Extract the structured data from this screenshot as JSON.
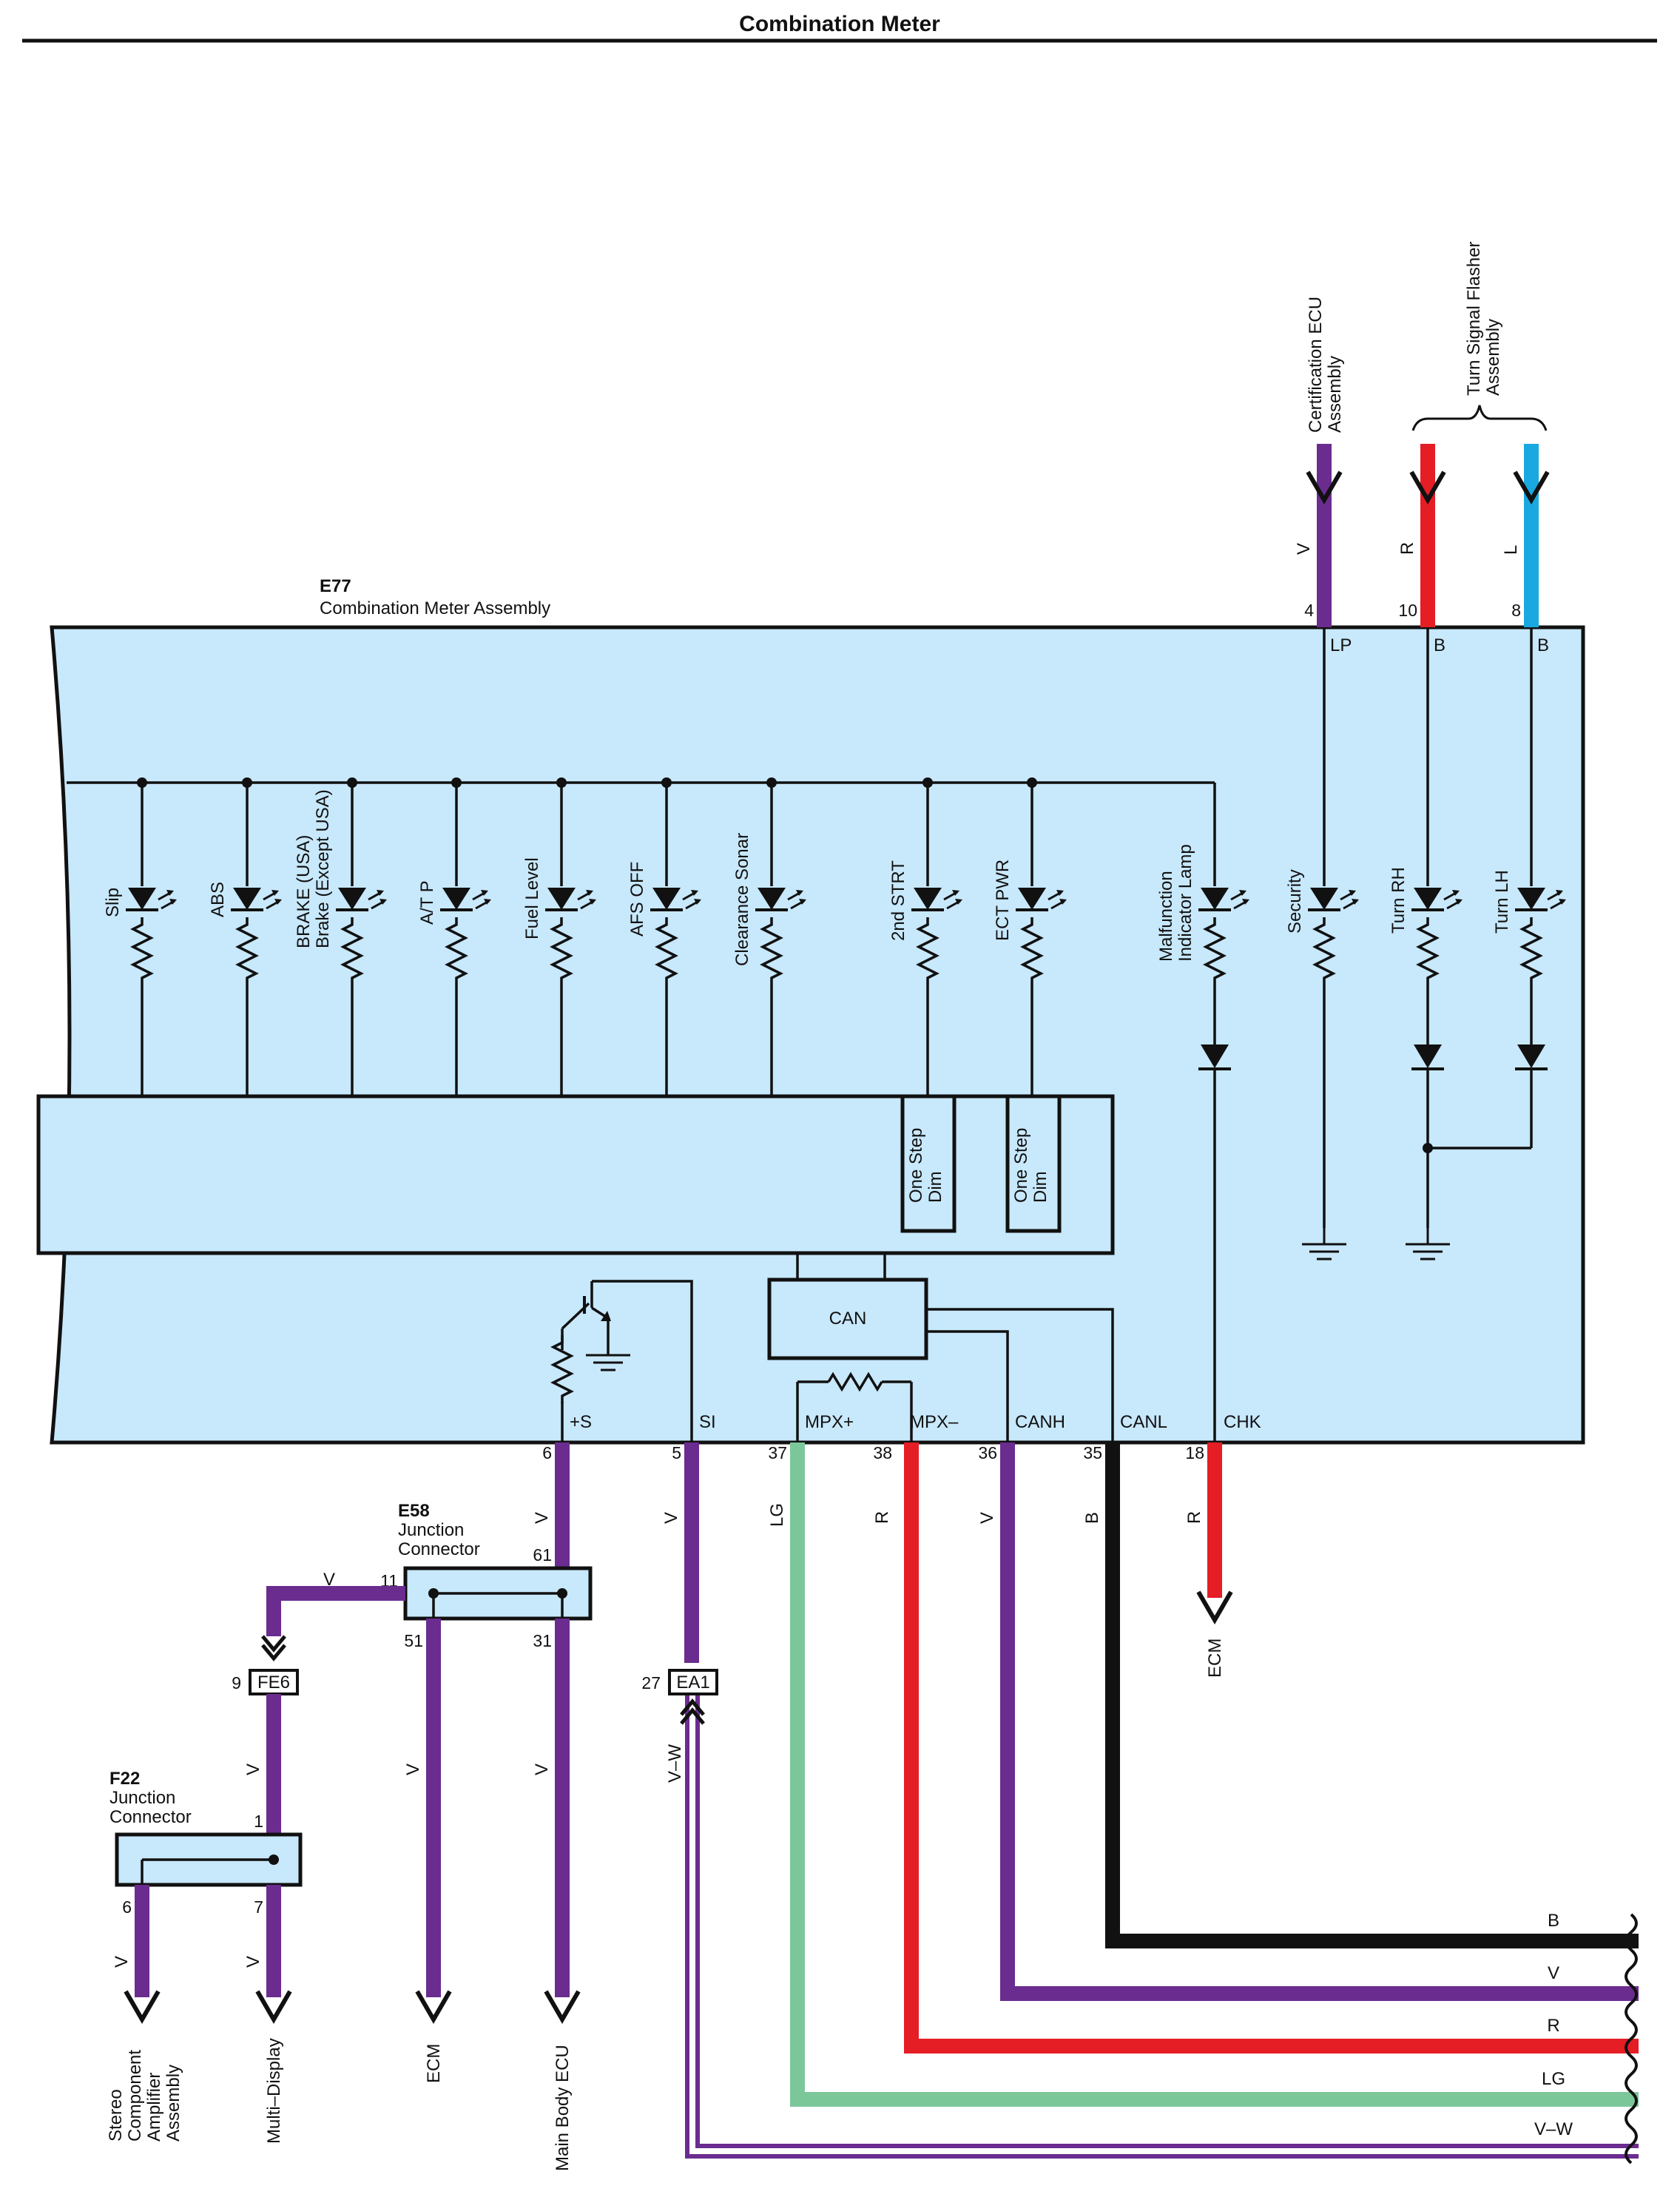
{
  "title": "Combination Meter",
  "colors": {
    "box_fill": "#c8e8fb",
    "violet": "#6b2c8f",
    "red": "#e51d25",
    "blue": "#1aa8e0",
    "light_green": "#7cc79a",
    "black": "#111111"
  },
  "main_unit": {
    "code": "E77",
    "name": "Combination Meter Assembly"
  },
  "top_inputs": {
    "cert_ecu": {
      "line1": "Certification ECU",
      "line2": "Assembly",
      "color": "V",
      "pin": "4",
      "terminal": "LP"
    },
    "flasher": {
      "line1": "Turn Signal Flasher",
      "line2": "Assembly"
    },
    "turn_r": {
      "color": "R",
      "pin": "10",
      "terminal": "B"
    },
    "turn_l": {
      "color": "L",
      "pin": "8",
      "terminal": "B"
    }
  },
  "indicators": [
    {
      "l1": "Slip",
      "l2": ""
    },
    {
      "l1": "ABS",
      "l2": ""
    },
    {
      "l1": "BRAKE (USA)",
      "l2": "Brake (Except USA)"
    },
    {
      "l1": "A/T P",
      "l2": ""
    },
    {
      "l1": "Fuel Level",
      "l2": ""
    },
    {
      "l1": "AFS OFF",
      "l2": ""
    },
    {
      "l1": "Clearance Sonar",
      "l2": ""
    },
    {
      "l1": "2nd STRT",
      "l2": ""
    },
    {
      "l1": "ECT PWR",
      "l2": ""
    },
    {
      "l1": "Malfunction",
      "l2": "Indicator Lamp"
    },
    {
      "l1": "Security",
      "l2": ""
    },
    {
      "l1": "Turn RH",
      "l2": ""
    },
    {
      "l1": "Turn LH",
      "l2": ""
    }
  ],
  "dim": {
    "l1": "One Step",
    "l2": "Dim"
  },
  "can_label": "CAN",
  "bottom_pins": [
    {
      "pin": "6",
      "terminal": "+S",
      "color": "V"
    },
    {
      "pin": "5",
      "terminal": "SI",
      "color": "V"
    },
    {
      "pin": "37",
      "terminal": "MPX+",
      "color": "LG"
    },
    {
      "pin": "38",
      "terminal": "MPX–",
      "color": "R"
    },
    {
      "pin": "36",
      "terminal": "CANH",
      "color": "V"
    },
    {
      "pin": "35",
      "terminal": "CANL",
      "color": "B"
    },
    {
      "pin": "18",
      "terminal": "CHK",
      "color": "R"
    }
  ],
  "ecm_chk": "ECM",
  "e58": {
    "code": "E58",
    "l1": "Junction",
    "l2": "Connector",
    "pin_11": "11",
    "pin_61": "61",
    "pin_51": "51",
    "pin_31": "31",
    "wire_11": "V",
    "wire_51": "V",
    "wire_31": "V"
  },
  "fe6": {
    "code": "FE6",
    "pin": "9",
    "wire": "V"
  },
  "ea1": {
    "code": "EA1",
    "pin": "27",
    "wire": "V–W"
  },
  "f22": {
    "code": "F22",
    "l1": "Junction",
    "l2": "Connector",
    "pin_1": "1",
    "pin_6": "6",
    "pin_7": "7",
    "wire_6": "V",
    "wire_7": "V"
  },
  "destinations": {
    "stereo": [
      "Stereo",
      "Component",
      "Amplifier",
      "Assembly"
    ],
    "multi": "Multi–Display",
    "ecm": "ECM",
    "main_body": "Main Body ECU"
  },
  "bus_labels": [
    "B",
    "V",
    "R",
    "LG",
    "V–W"
  ]
}
